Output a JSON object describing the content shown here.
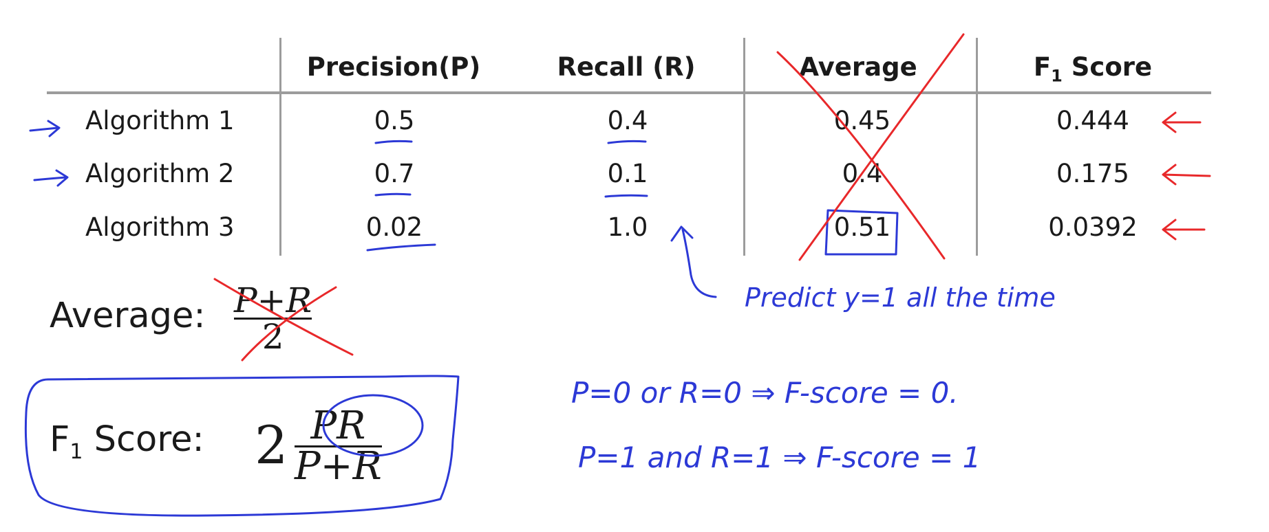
{
  "table": {
    "headers": {
      "precision": "Precision(P)",
      "recall": "Recall (R)",
      "average": "Average",
      "f1_prefix": "F",
      "f1_sub": "1",
      "f1_suffix": " Score"
    },
    "rows": [
      {
        "label": "Algorithm 1",
        "precision": "0.5",
        "recall": "0.4",
        "average": "0.45",
        "f1": "0.444"
      },
      {
        "label": "Algorithm 2",
        "precision": "0.7",
        "recall": "0.1",
        "average": "0.4",
        "f1": "0.175"
      },
      {
        "label": "Algorithm 3",
        "precision": "0.02",
        "recall": "1.0",
        "average": "0.51",
        "f1": "0.0392"
      }
    ]
  },
  "formulas": {
    "average_label": "Average:",
    "average_num": "P+R",
    "average_den": "2",
    "f1_label_prefix": "F",
    "f1_label_sub": "1",
    "f1_label_suffix": " Score:",
    "f1_coef": "2",
    "f1_num": "PR",
    "f1_den": "P+R"
  },
  "annotations": {
    "predict_note": "Predict  y=1  all  the  time",
    "rule_1": "P=0   or   R=0     ⇒  F-score  = 0.",
    "rule_2": "P=1   and   R=1     ⇒  F-score  = 1"
  },
  "colors": {
    "blue_ink": "#2c39d6",
    "red_ink": "#e8282a",
    "rule_gray": "#9c9c9c"
  }
}
